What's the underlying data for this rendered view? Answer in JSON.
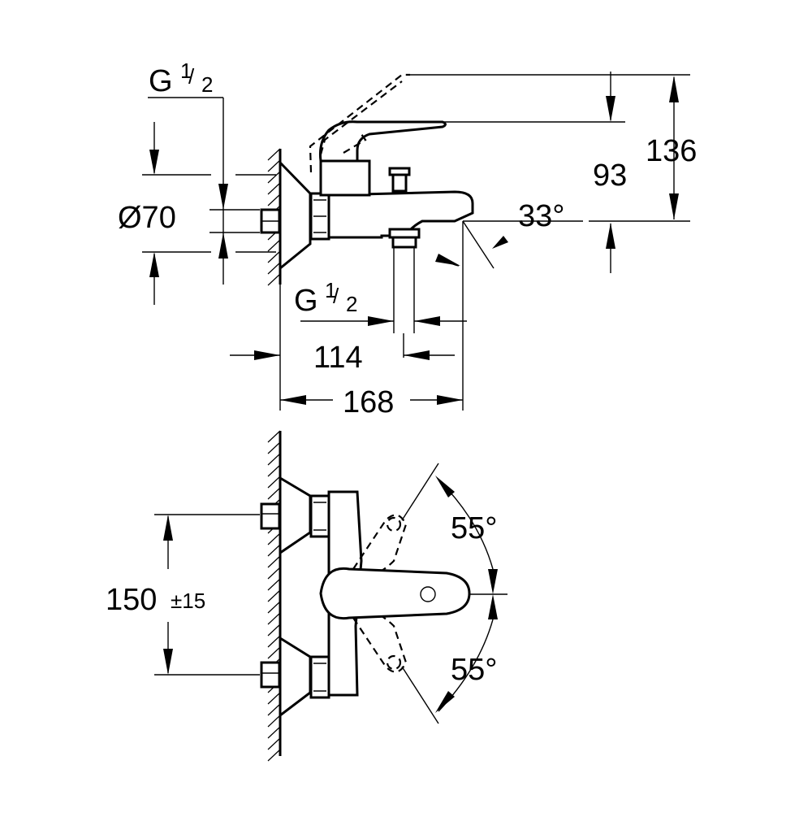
{
  "diagram": {
    "side_view": {
      "thread_top": {
        "letter": "G",
        "numerator": "1",
        "denominator": "2"
      },
      "thread_bottom": {
        "letter": "G",
        "numerator": "1",
        "denominator": "2"
      },
      "diameter": "Ø70",
      "height_136": "136",
      "height_93": "93",
      "angle": "33°",
      "length_114": "114",
      "length_168": "168"
    },
    "top_view": {
      "spacing": "150",
      "tolerance": "±15",
      "angle_up": "55°",
      "angle_down": "55°"
    }
  }
}
